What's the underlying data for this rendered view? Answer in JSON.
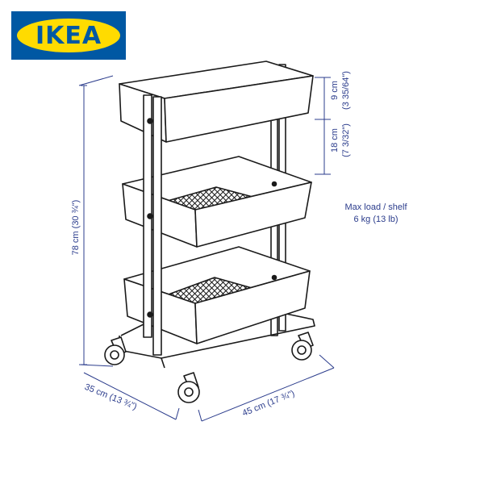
{
  "brand": {
    "name": "IKEA"
  },
  "dimensions": {
    "height_total": "78 cm (30 ¾\")",
    "depth": "35 cm (13 ¾\")",
    "width": "45 cm (17 ¾\")",
    "top_shelf_height": "9 cm",
    "top_shelf_height_in": "(3 35/64\")",
    "shelf_spacing": "18 cm",
    "shelf_spacing_in": "(7 3/32\")"
  },
  "load": {
    "label": "Max load / shelf",
    "value": "6 kg (13 lb)"
  },
  "colors": {
    "brand_blue": "#0058a3",
    "brand_yellow": "#ffdb00",
    "dimension_blue": "#2b3c8c",
    "line": "#1a1a1a"
  }
}
